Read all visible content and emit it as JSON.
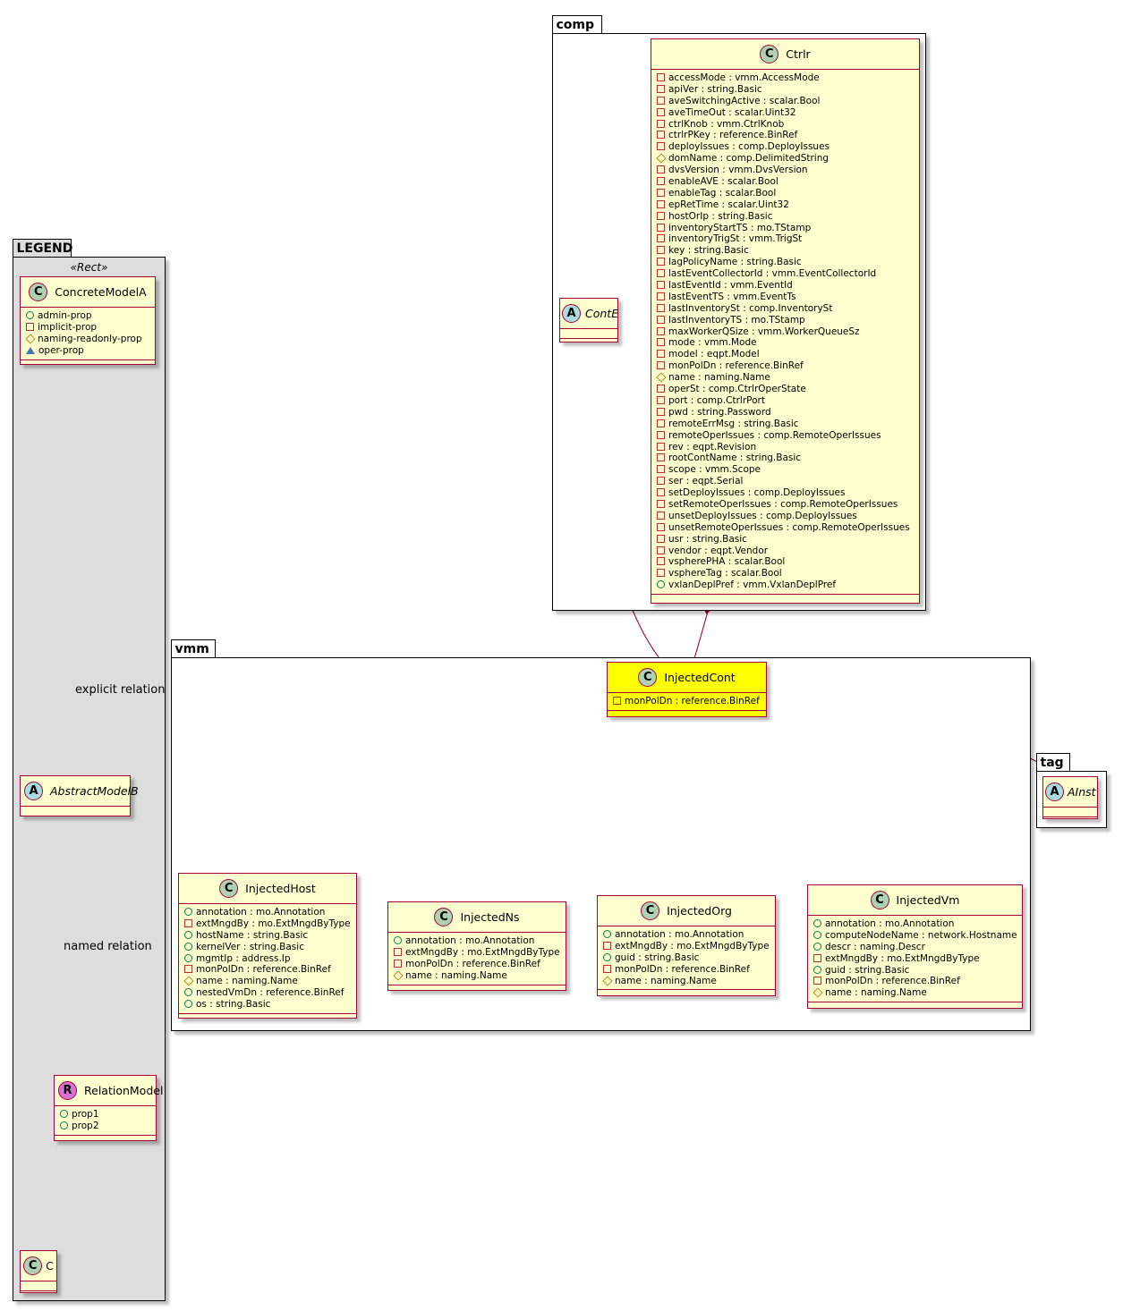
{
  "packages": {
    "legend": "LEGEND",
    "comp": "comp",
    "vmm": "vmm",
    "tag": "tag"
  },
  "colors": {
    "class_fill": "#FEFECE",
    "class_border": "#A80036",
    "highlight_fill": "#FFFF00",
    "legend_fill": "#DDDDDD"
  },
  "legend": {
    "stereotype": "«Rect»",
    "concrete": {
      "name": "ConcreteModelA",
      "attrs": [
        {
          "v": "pub",
          "t": "admin-prop"
        },
        {
          "v": "priv",
          "t": "implicit-prop"
        },
        {
          "v": "prot",
          "t": "naming-readonly-prop"
        },
        {
          "v": "pkg",
          "t": "oper-prop"
        }
      ]
    },
    "abstract": {
      "name": "AbstractModelB"
    },
    "relation": {
      "name": "RelationModel",
      "attrs": [
        {
          "v": "pub",
          "t": "prop1"
        },
        {
          "v": "pub",
          "t": "prop2"
        }
      ]
    },
    "c": {
      "name": "C"
    },
    "explicit_label": "explicit relation",
    "named_label": "named relation"
  },
  "comp": {
    "conte": {
      "name": "ContE"
    },
    "ctrlr": {
      "name": "Ctrlr",
      "attrs": [
        {
          "v": "priv",
          "t": "accessMode : vmm.AccessMode"
        },
        {
          "v": "priv",
          "t": "apiVer : string.Basic"
        },
        {
          "v": "priv",
          "t": "aveSwitchingActive : scalar.Bool"
        },
        {
          "v": "priv",
          "t": "aveTimeOut : scalar.Uint32"
        },
        {
          "v": "priv",
          "t": "ctrlKnob : vmm.CtrlKnob"
        },
        {
          "v": "priv",
          "t": "ctrlrPKey : reference.BinRef"
        },
        {
          "v": "priv",
          "t": "deployIssues : comp.DeployIssues"
        },
        {
          "v": "prot",
          "t": "domName : comp.DelimitedString"
        },
        {
          "v": "priv",
          "t": "dvsVersion : vmm.DvsVersion"
        },
        {
          "v": "priv",
          "t": "enableAVE : scalar.Bool"
        },
        {
          "v": "priv",
          "t": "enableTag : scalar.Bool"
        },
        {
          "v": "priv",
          "t": "epRetTime : scalar.Uint32"
        },
        {
          "v": "priv",
          "t": "hostOrIp : string.Basic"
        },
        {
          "v": "priv",
          "t": "inventoryStartTS : mo.TStamp"
        },
        {
          "v": "priv",
          "t": "inventoryTrigSt : vmm.TrigSt"
        },
        {
          "v": "priv",
          "t": "key : string.Basic"
        },
        {
          "v": "priv",
          "t": "lagPolicyName : string.Basic"
        },
        {
          "v": "priv",
          "t": "lastEventCollectorId : vmm.EventCollectorId"
        },
        {
          "v": "priv",
          "t": "lastEventId : vmm.EventId"
        },
        {
          "v": "priv",
          "t": "lastEventTS : vmm.EventTs"
        },
        {
          "v": "priv",
          "t": "lastInventorySt : comp.InventorySt"
        },
        {
          "v": "priv",
          "t": "lastInventoryTS : mo.TStamp"
        },
        {
          "v": "priv",
          "t": "maxWorkerQSize : vmm.WorkerQueueSz"
        },
        {
          "v": "priv",
          "t": "mode : vmm.Mode"
        },
        {
          "v": "priv",
          "t": "model : eqpt.Model"
        },
        {
          "v": "priv",
          "t": "monPolDn : reference.BinRef"
        },
        {
          "v": "prot",
          "t": "name : naming.Name"
        },
        {
          "v": "priv",
          "t": "operSt : comp.CtrlrOperState"
        },
        {
          "v": "priv",
          "t": "port : comp.CtrlrPort"
        },
        {
          "v": "priv",
          "t": "pwd : string.Password"
        },
        {
          "v": "priv",
          "t": "remoteErrMsg : string.Basic"
        },
        {
          "v": "priv",
          "t": "remoteOperIssues : comp.RemoteOperIssues"
        },
        {
          "v": "priv",
          "t": "rev : eqpt.Revision"
        },
        {
          "v": "priv",
          "t": "rootContName : string.Basic"
        },
        {
          "v": "priv",
          "t": "scope : vmm.Scope"
        },
        {
          "v": "priv",
          "t": "ser : eqpt.Serial"
        },
        {
          "v": "priv",
          "t": "setDeployIssues : comp.DeployIssues"
        },
        {
          "v": "priv",
          "t": "setRemoteOperIssues : comp.RemoteOperIssues"
        },
        {
          "v": "priv",
          "t": "unsetDeployIssues : comp.DeployIssues"
        },
        {
          "v": "priv",
          "t": "unsetRemoteOperIssues : comp.RemoteOperIssues"
        },
        {
          "v": "priv",
          "t": "usr : string.Basic"
        },
        {
          "v": "priv",
          "t": "vendor : eqpt.Vendor"
        },
        {
          "v": "priv",
          "t": "vspherePHA : scalar.Bool"
        },
        {
          "v": "priv",
          "t": "vsphereTag : scalar.Bool"
        },
        {
          "v": "pub",
          "t": "vxlanDeplPref : vmm.VxlanDeplPref"
        }
      ]
    }
  },
  "vmm": {
    "injectedcont": {
      "name": "InjectedCont",
      "attrs": [
        {
          "v": "priv",
          "t": "monPolDn : reference.BinRef"
        }
      ]
    },
    "injectedhost": {
      "name": "InjectedHost",
      "attrs": [
        {
          "v": "pub",
          "t": "annotation : mo.Annotation"
        },
        {
          "v": "priv",
          "t": "extMngdBy : mo.ExtMngdByType"
        },
        {
          "v": "pub",
          "t": "hostName : string.Basic"
        },
        {
          "v": "pub",
          "t": "kernelVer : string.Basic"
        },
        {
          "v": "pub",
          "t": "mgmtIp : address.Ip"
        },
        {
          "v": "priv",
          "t": "monPolDn : reference.BinRef"
        },
        {
          "v": "prot",
          "t": "name : naming.Name"
        },
        {
          "v": "pub",
          "t": "nestedVmDn : reference.BinRef"
        },
        {
          "v": "pub",
          "t": "os : string.Basic"
        }
      ]
    },
    "injectedns": {
      "name": "InjectedNs",
      "attrs": [
        {
          "v": "pub",
          "t": "annotation : mo.Annotation"
        },
        {
          "v": "priv",
          "t": "extMngdBy : mo.ExtMngdByType"
        },
        {
          "v": "priv",
          "t": "monPolDn : reference.BinRef"
        },
        {
          "v": "prot",
          "t": "name : naming.Name"
        }
      ]
    },
    "injectedorg": {
      "name": "InjectedOrg",
      "attrs": [
        {
          "v": "pub",
          "t": "annotation : mo.Annotation"
        },
        {
          "v": "priv",
          "t": "extMngdBy : mo.ExtMngdByType"
        },
        {
          "v": "pub",
          "t": "guid : string.Basic"
        },
        {
          "v": "priv",
          "t": "monPolDn : reference.BinRef"
        },
        {
          "v": "prot",
          "t": "name : naming.Name"
        }
      ]
    },
    "injectedvm": {
      "name": "InjectedVm",
      "attrs": [
        {
          "v": "pub",
          "t": "annotation : mo.Annotation"
        },
        {
          "v": "pub",
          "t": "computeNodeName : network.Hostname"
        },
        {
          "v": "pub",
          "t": "descr : naming.Descr"
        },
        {
          "v": "priv",
          "t": "extMngdBy : mo.ExtMngdByType"
        },
        {
          "v": "pub",
          "t": "guid : string.Basic"
        },
        {
          "v": "priv",
          "t": "monPolDn : reference.BinRef"
        },
        {
          "v": "prot",
          "t": "name : naming.Name"
        }
      ]
    }
  },
  "tag": {
    "ainst": {
      "name": "AInst"
    }
  }
}
